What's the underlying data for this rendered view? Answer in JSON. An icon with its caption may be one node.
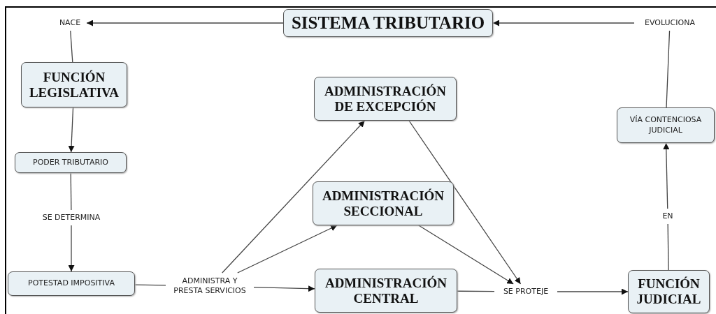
{
  "diagram": {
    "nodes": [
      {
        "text": [
          "SISTEMA TRIBUTARIO"
        ]
      },
      {
        "text": [
          "NACE"
        ]
      },
      {
        "text": [
          "FUNCIÓN LEGISLATIVA"
        ]
      },
      {
        "text": [
          "PODER TRIBUTARIO"
        ]
      },
      {
        "text": [
          "SE DETERMINA"
        ]
      },
      {
        "text": [
          "POTESTAD IMPOSITIVA"
        ]
      },
      {
        "text": [
          "ADMINISTRA Y PRESTA SERVICIOS"
        ]
      },
      {
        "text": [
          "ADMINISTRACIÓN DE EXCEPCIÓN"
        ]
      },
      {
        "text": [
          "ADMINISTRACIÓN SECCIONAL"
        ]
      },
      {
        "text": [
          "ADMINISTRACIÓN CENTRAL"
        ]
      },
      {
        "text": [
          "SE PROTEJE"
        ]
      },
      {
        "text": [
          "FUNCIÓN JUDICIAL"
        ]
      },
      {
        "text": [
          "EN"
        ]
      },
      {
        "text": [
          "VÍA CONTENCIOSA JUDICIAL"
        ]
      },
      {
        "text": [
          "EVOLUCIONA"
        ]
      }
    ],
    "edges": [
      {
        "from": 0,
        "to": 1,
        "arrow": "to"
      },
      {
        "from": 1,
        "to": 2,
        "arrow": "none"
      },
      {
        "from": 2,
        "to": 3,
        "arrow": "to"
      },
      {
        "from": 3,
        "to": 4,
        "arrow": "none"
      },
      {
        "from": 4,
        "to": 5,
        "arrow": "to"
      },
      {
        "from": 5,
        "to": 6,
        "arrow": "none"
      },
      {
        "from": 6,
        "to": 7,
        "arrow": "to"
      },
      {
        "from": 6,
        "to": 8,
        "arrow": "to"
      },
      {
        "from": 6,
        "to": 9,
        "arrow": "to"
      },
      {
        "from": 7,
        "to": 10,
        "arrow": "to"
      },
      {
        "from": 8,
        "to": 10,
        "arrow": "to"
      },
      {
        "from": 9,
        "to": 10,
        "arrow": "none"
      },
      {
        "from": 10,
        "to": 11,
        "arrow": "to"
      },
      {
        "from": 11,
        "to": 12,
        "arrow": "none"
      },
      {
        "from": 12,
        "to": 13,
        "arrow": "to"
      },
      {
        "from": 13,
        "to": 14,
        "arrow": "none"
      },
      {
        "from": 14,
        "to": 0,
        "arrow": "to"
      }
    ]
  }
}
